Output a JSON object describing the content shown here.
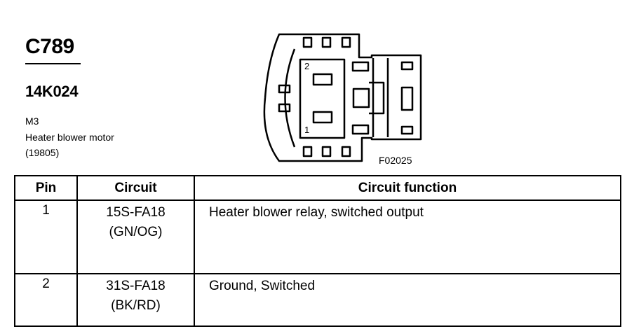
{
  "connector": {
    "id": "C789",
    "part_number": "14K024",
    "description_lines": [
      "M3",
      "Heater blower motor",
      "(19805)"
    ],
    "figure_id": "F02025",
    "pin_labels": [
      "1",
      "2"
    ]
  },
  "table": {
    "headers": [
      "Pin",
      "Circuit",
      "Circuit function"
    ],
    "rows": [
      {
        "pin": "1",
        "circuit": "15S-FA18",
        "color": "(GN/OG)",
        "function": "Heater blower relay, switched output"
      },
      {
        "pin": "2",
        "circuit": "31S-FA18",
        "color": "(BK/RD)",
        "function": "Ground, Switched"
      }
    ]
  }
}
